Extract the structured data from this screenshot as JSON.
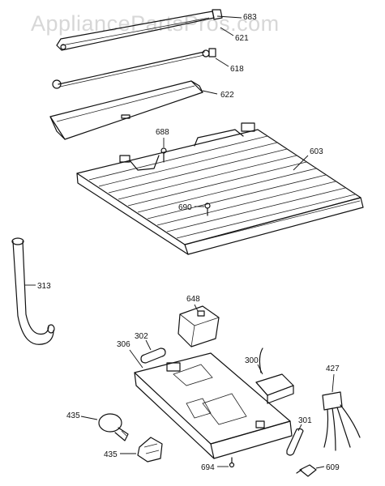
{
  "watermark": "AppliancePartsPros.com",
  "callouts": {
    "c683": "683",
    "c621": "621",
    "c618": "618",
    "c622": "622",
    "c688": "688",
    "c603": "603",
    "c690": "690",
    "c313": "313",
    "c648": "648",
    "c302": "302",
    "c306": "306",
    "c300": "300",
    "c427": "427",
    "c435a": "435",
    "c435b": "435",
    "c301": "301",
    "c694": "694",
    "c609": "609"
  }
}
